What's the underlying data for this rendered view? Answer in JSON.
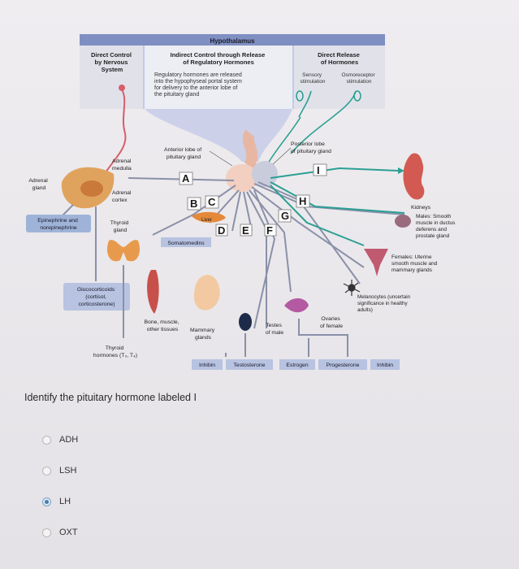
{
  "diagram": {
    "hypothalamus": "Hypothalamus",
    "col_left": [
      "Direct Control",
      "by Nervous",
      "System"
    ],
    "col_mid": [
      "Indirect Control through Release",
      "of Regulatory Hormones"
    ],
    "col_mid_desc": [
      "Regulatory hormones are released",
      "into the hypophyseal portal system",
      "for delivery to the anterior lobe of",
      "the pituitary gland"
    ],
    "col_right": [
      "Direct Release",
      "of Hormones"
    ],
    "sensory": [
      "Sensory",
      "stimulation"
    ],
    "osmo": [
      "Osmoreceptor",
      "stimulation"
    ],
    "adrenal_gland": [
      "Adrenal",
      "gland"
    ],
    "adrenal_medulla": [
      "Adrenal",
      "medulla"
    ],
    "adrenal_cortex": [
      "Adrenal",
      "cortex"
    ],
    "epinephrine": [
      "Epinephrine and",
      "norepinephrine"
    ],
    "thyroid_gland": [
      "Thyroid",
      "gland"
    ],
    "glucocorticoids": [
      "Glucocorticoids",
      "(cortisol,",
      "corticosterone)"
    ],
    "thyroid_hormones": [
      "Thyroid",
      "hormones (T₃, T₄)"
    ],
    "anterior_lobe": [
      "Anterior lobe of",
      "pituitary gland"
    ],
    "posterior_lobe": [
      "Posterior lobe",
      "of pituitary gland"
    ],
    "liver": "Liver",
    "somatomedins": "Somatomedins",
    "bone": [
      "Bone, muscle,",
      "other tissues"
    ],
    "mammary": [
      "Mammary",
      "glands"
    ],
    "testes": [
      "Testes",
      "of male"
    ],
    "ovaries": [
      "Ovaries",
      "of female"
    ],
    "kidneys": "Kidneys",
    "males": [
      "Males: Smooth",
      "muscle in ductus",
      "deferens and",
      "prostate gland"
    ],
    "females": [
      "Females: Uterine",
      "smooth muscle and",
      "mammary glands"
    ],
    "melanocytes": [
      "Melanocytes (uncertain",
      "significance in healthy",
      "adults)"
    ],
    "letters": {
      "A": "A",
      "B": "B",
      "C": "C",
      "D": "D",
      "E": "E",
      "F": "F",
      "G": "G",
      "H": "H",
      "I": "I"
    },
    "bottom_labels": [
      "Inhibin",
      "Testosterone",
      "Estrogen",
      "Progesterone",
      "Inhibin"
    ]
  },
  "question": "Identify the pituitary hormone labeled I",
  "options": [
    {
      "label": "ADH",
      "selected": false
    },
    {
      "label": "LSH",
      "selected": false
    },
    {
      "label": "LH",
      "selected": true
    },
    {
      "label": "OXT",
      "selected": false
    }
  ],
  "colors": {
    "header_blue": "#7f8fc2",
    "panel_blue": "#b9c1e2",
    "box_gray": "#dcdde3",
    "line_gray": "#8a90a8",
    "teal": "#2c9f94"
  }
}
